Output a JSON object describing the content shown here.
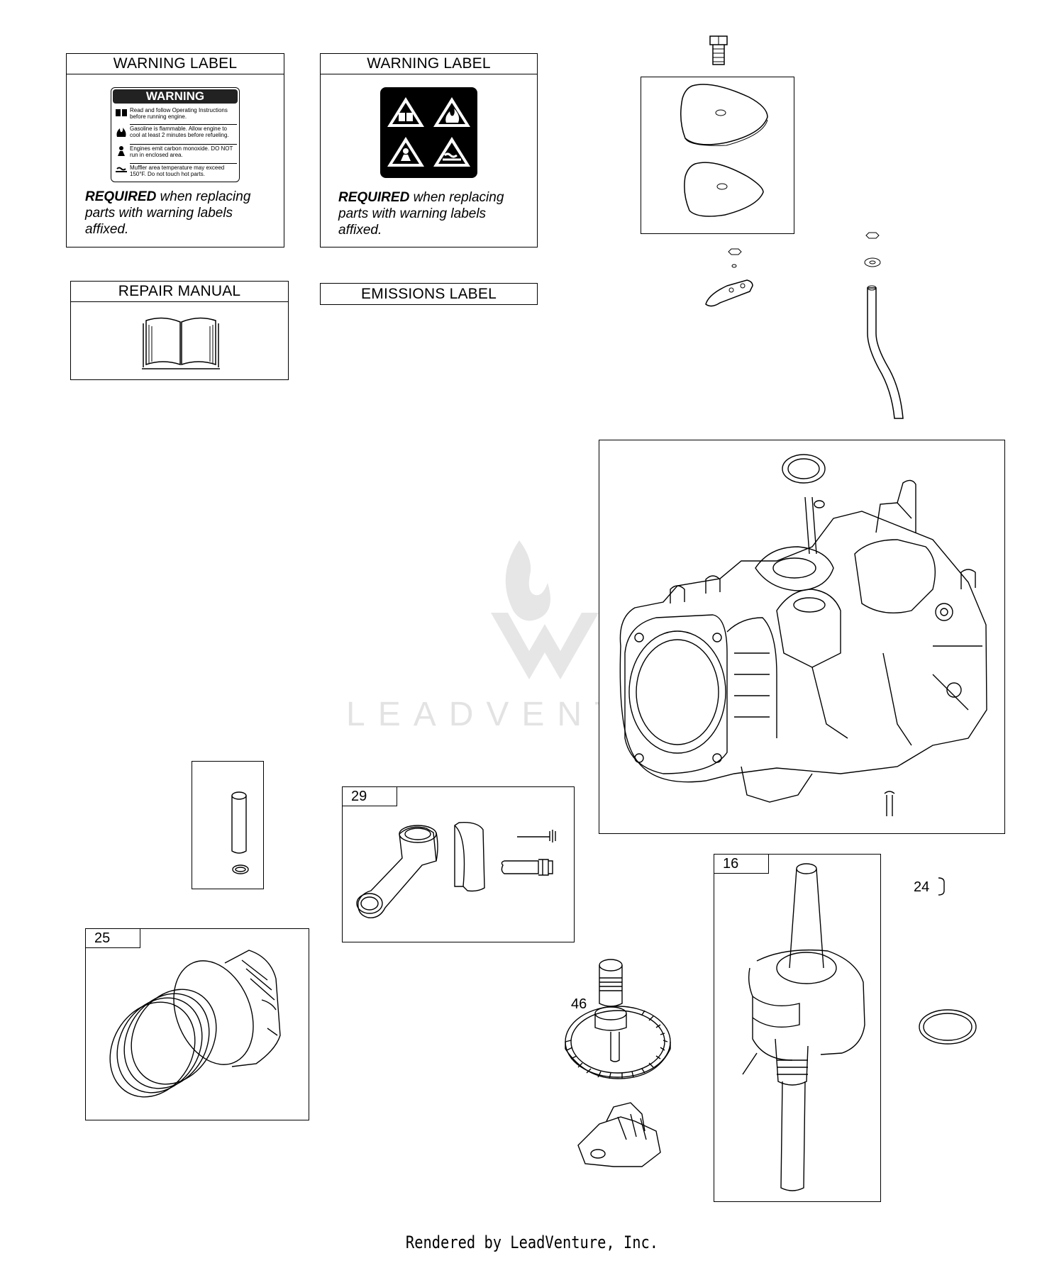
{
  "labels": {
    "warning_label_1": {
      "title": "WARNING LABEL",
      "required_bold": "REQUIRED",
      "required_rest": " when replacing parts with warning labels affixed."
    },
    "warning_label_2": {
      "title": "WARNING LABEL",
      "required_bold": "REQUIRED",
      "required_rest": " when replacing parts with warning labels affixed."
    },
    "repair_manual": {
      "title": "REPAIR MANUAL"
    },
    "emissions_label": {
      "title": "EMISSIONS LABEL"
    }
  },
  "warning_decal": {
    "header": "WARNING",
    "lines": [
      "Read and follow Operating Instructions before running engine.",
      "Gasoline is flammable. Allow engine to cool at least 2 minutes before refueling.",
      "Engines emit carbon monoxide. DO NOT run in enclosed area.",
      "Muffler area temperature may exceed 150°F. Do not touch hot parts."
    ]
  },
  "callouts": {
    "piston_kit": "25",
    "connecting_rod": "29",
    "crankshaft": "16",
    "cam_gear": "46",
    "key": "24"
  },
  "watermark": "LEADVENTURE",
  "footer": "Rendered by LeadVenture, Inc.",
  "colors": {
    "line": "#000000",
    "watermark": "#e3e3e3",
    "background": "#ffffff"
  }
}
